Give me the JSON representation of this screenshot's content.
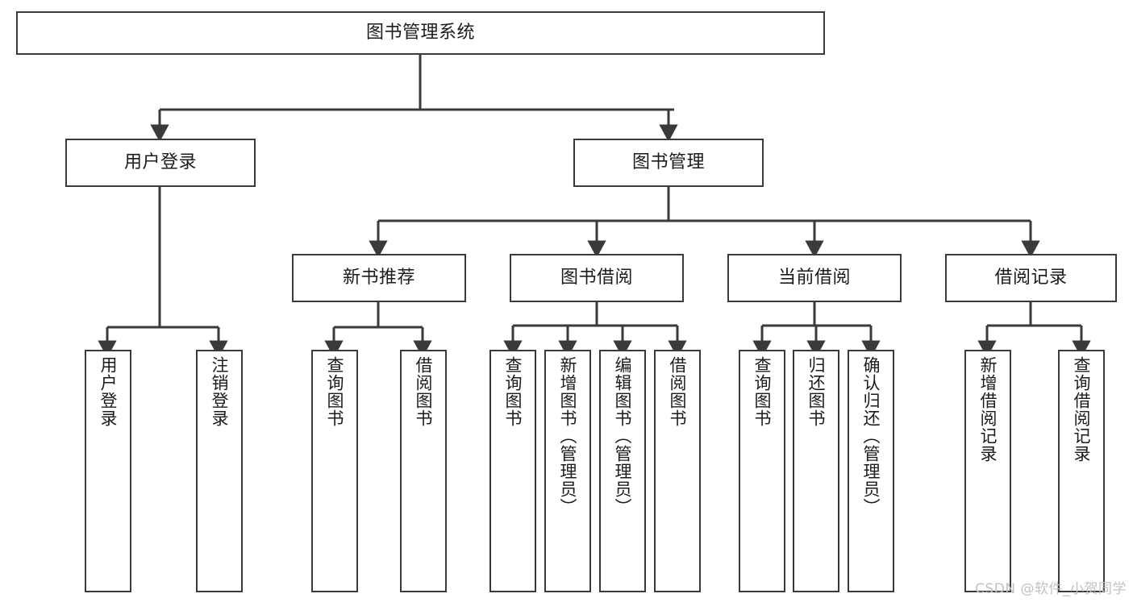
{
  "diagram": {
    "title": "图书管理系统",
    "type": "hierarchy-tree",
    "colors": {
      "box_border": "#3a3a3a",
      "box_fill": "#ffffff",
      "edge": "#3a3a3a",
      "text": "#1b1b1b",
      "watermark": "#c2c2c2"
    },
    "root": {
      "label": "图书管理系统"
    },
    "level2": [
      {
        "label": "用户登录"
      },
      {
        "label": "图书管理"
      }
    ],
    "level3": [
      {
        "label": "新书推荐"
      },
      {
        "label": "图书借阅"
      },
      {
        "label": "当前借阅"
      },
      {
        "label": "借阅记录"
      }
    ],
    "leaves": {
      "user_login": [
        {
          "label": "用户登录"
        },
        {
          "label": "注销登录"
        }
      ],
      "new_book_recommend": [
        {
          "label": "查询图书"
        },
        {
          "label": "借阅图书"
        }
      ],
      "book_borrow": [
        {
          "label": "查询图书"
        },
        {
          "label": "新增图书（管理员）"
        },
        {
          "label": "编辑图书（管理员）"
        },
        {
          "label": "借阅图书"
        }
      ],
      "current_borrow": [
        {
          "label": "查询图书"
        },
        {
          "label": "归还图书"
        },
        {
          "label": "确认归还（管理员）"
        }
      ],
      "borrow_record": [
        {
          "label": "新增借阅记录"
        },
        {
          "label": "查询借阅记录"
        }
      ]
    },
    "watermark": "CSDN @软件_小贺同学"
  }
}
